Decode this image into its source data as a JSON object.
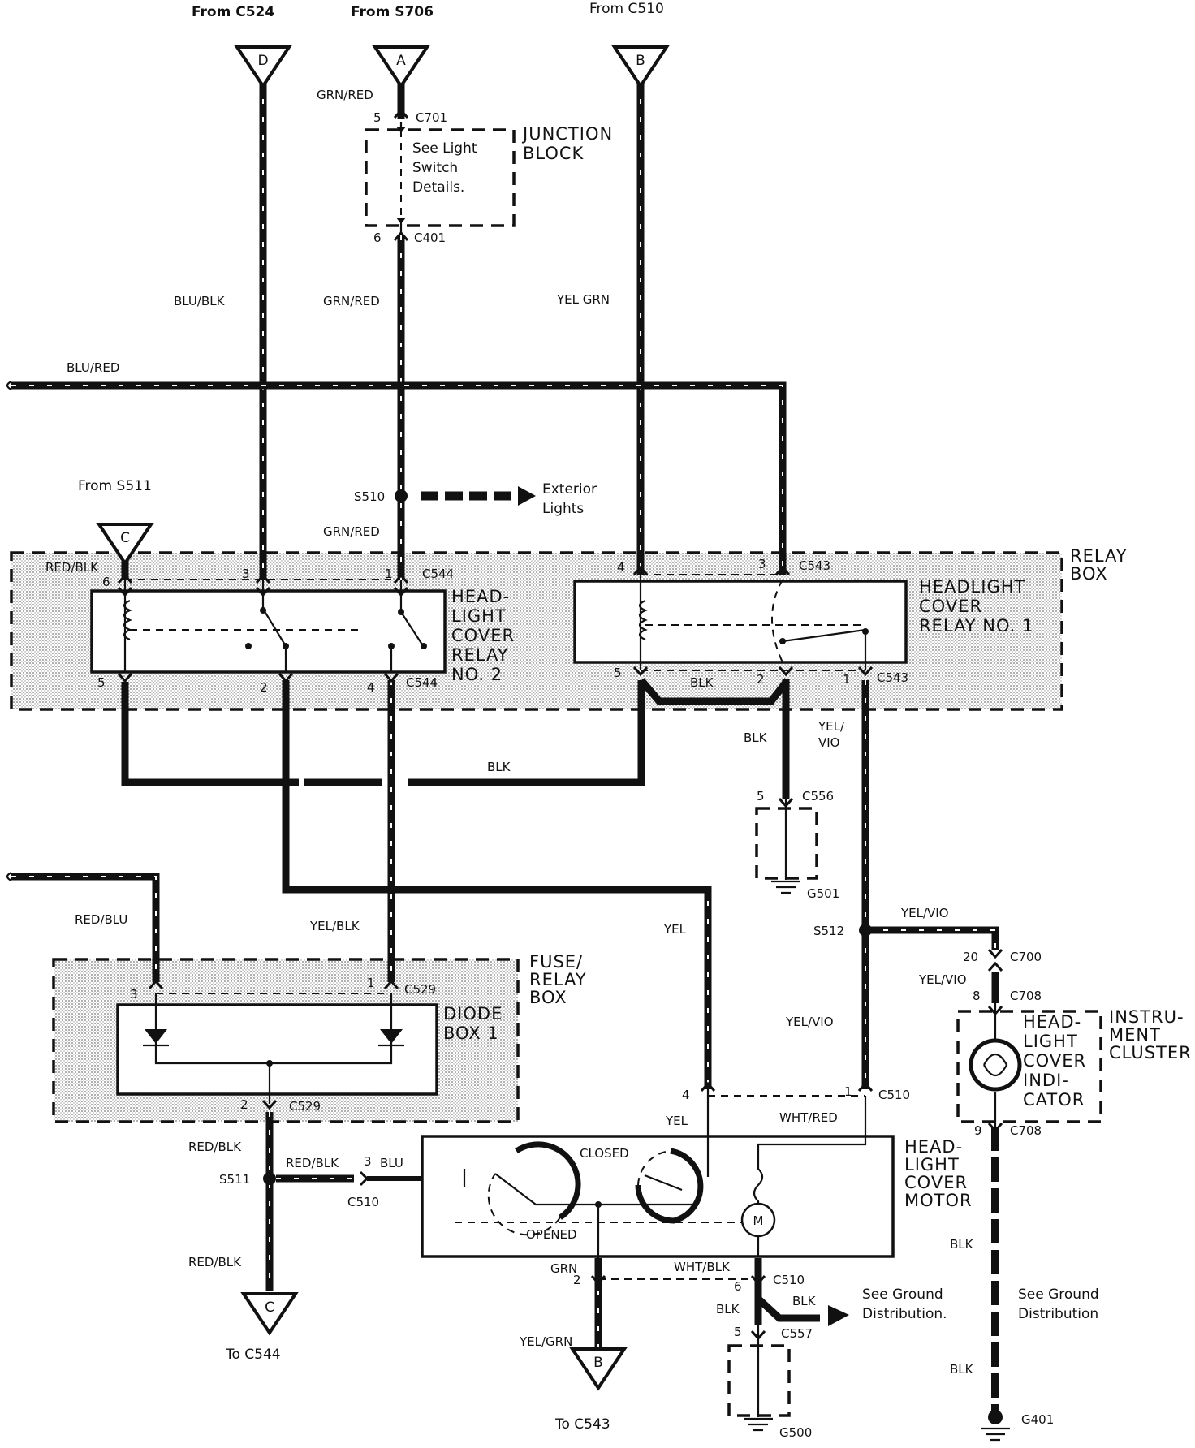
{
  "top_sources": {
    "from_c524": "From C524",
    "from_s706": "From S706",
    "from_c510": "From C510",
    "from_s511": "From S511"
  },
  "terminals": {
    "d": "D",
    "a": "A",
    "b": "B",
    "c": "C",
    "c_bottom": "C",
    "b_bottom": "B"
  },
  "destinations": {
    "to_c544": "To C544",
    "to_c543": "To C543"
  },
  "components": {
    "junction_block": [
      "JUNCTION",
      "BLOCK"
    ],
    "junction_note": [
      "See Light",
      "Switch",
      "Details."
    ],
    "relay_box": [
      "RELAY",
      "BOX"
    ],
    "relay2": [
      "HEAD-",
      "LIGHT",
      "COVER",
      "RELAY",
      "NO. 2"
    ],
    "relay1": [
      "HEADLIGHT",
      "COVER",
      "RELAY NO. 1"
    ],
    "fuse_relay_box": [
      "FUSE/",
      "RELAY",
      "BOX"
    ],
    "diode_box": [
      "DIODE",
      "BOX 1"
    ],
    "motor": [
      "HEAD-",
      "LIGHT",
      "COVER",
      "MOTOR"
    ],
    "indicator": [
      "HEAD-",
      "LIGHT",
      "COVER",
      "INDI-",
      "CATOR"
    ],
    "instrument_cluster": [
      "INSTRU-",
      "MENT",
      "CLUSTER"
    ],
    "exterior_lights": [
      "Exterior",
      "Lights"
    ],
    "ground_dist_1": [
      "See Ground",
      "Distribution."
    ],
    "ground_dist_2": [
      "See Ground",
      "Distribution"
    ],
    "closed": "CLOSED",
    "opened": "OPENED",
    "motor_symbol": "M"
  },
  "wire_labels": {
    "grn_red_top": "GRN/RED",
    "grn_red_mid": "GRN/RED",
    "grn_red_low": "GRN/RED",
    "blu_blk": "BLU/BLK",
    "yel_grn_top": "YEL GRN",
    "blu_red": "BLU/RED",
    "red_blk_top": "RED/BLK",
    "blk_relay": "BLK",
    "blk_g501": "BLK",
    "blk_bus": "BLK",
    "yel_vio_1": "YEL/",
    "yel_vio_1b": "VIO",
    "red_blu": "RED/BLU",
    "yel_blk": "YEL/BLK",
    "yel": "YEL",
    "yel_vio_2": "YEL/VIO",
    "yel_vio_3": "YEL/VIO",
    "yel_vio_4": "YEL/VIO",
    "yel_c510": "YEL",
    "wht_red": "WHT/RED",
    "red_blk_s511a": "RED/BLK",
    "red_blk_s511b": "RED/BLK",
    "red_blk_s511c": "RED/BLK",
    "blu_c510": "BLU",
    "grn": "GRN",
    "wht_blk": "WHT/BLK",
    "blk_c557a": "BLK",
    "blk_c557b": "BLK",
    "yel_grn_bottom": "YEL/GRN",
    "blk_g401a": "BLK",
    "blk_g401b": "BLK"
  },
  "connectors": {
    "c701": "C701",
    "c401": "C401",
    "c544a": "C544",
    "c544b": "C544",
    "c543a": "C543",
    "c543b": "C543",
    "c556": "C556",
    "c529a": "C529",
    "c529b": "C529",
    "c700": "C700",
    "c708a": "C708",
    "c708b": "C708",
    "c510a": "C510",
    "c510b": "C510",
    "c510c": "C510",
    "c557": "C557"
  },
  "splices": {
    "s510": "S510",
    "s512": "S512",
    "s511": "S511"
  },
  "grounds": {
    "g501": "G501",
    "g500": "G500",
    "g401": "G401"
  },
  "pins": {
    "p5_c701": "5",
    "p6_c401": "6",
    "p6_r2": "6",
    "p3_r2": "3",
    "p1_r2": "1",
    "p5_r2": "5",
    "p2_r2": "2",
    "p4_r2": "4",
    "p4_r1": "4",
    "p3_r1": "3",
    "p5_r1": "5",
    "p2_r1": "2",
    "p1_r1": "1",
    "p5_c556": "5",
    "p3_d": "3",
    "p1_d": "1",
    "p2_d": "2",
    "p20_c700": "20",
    "p8_c708": "8",
    "p9_c708": "9",
    "p4_c510": "4",
    "p1_c510": "1",
    "p3_c510": "3",
    "p2_c510": "2",
    "p6_c510": "6",
    "p5_c557": "5"
  }
}
